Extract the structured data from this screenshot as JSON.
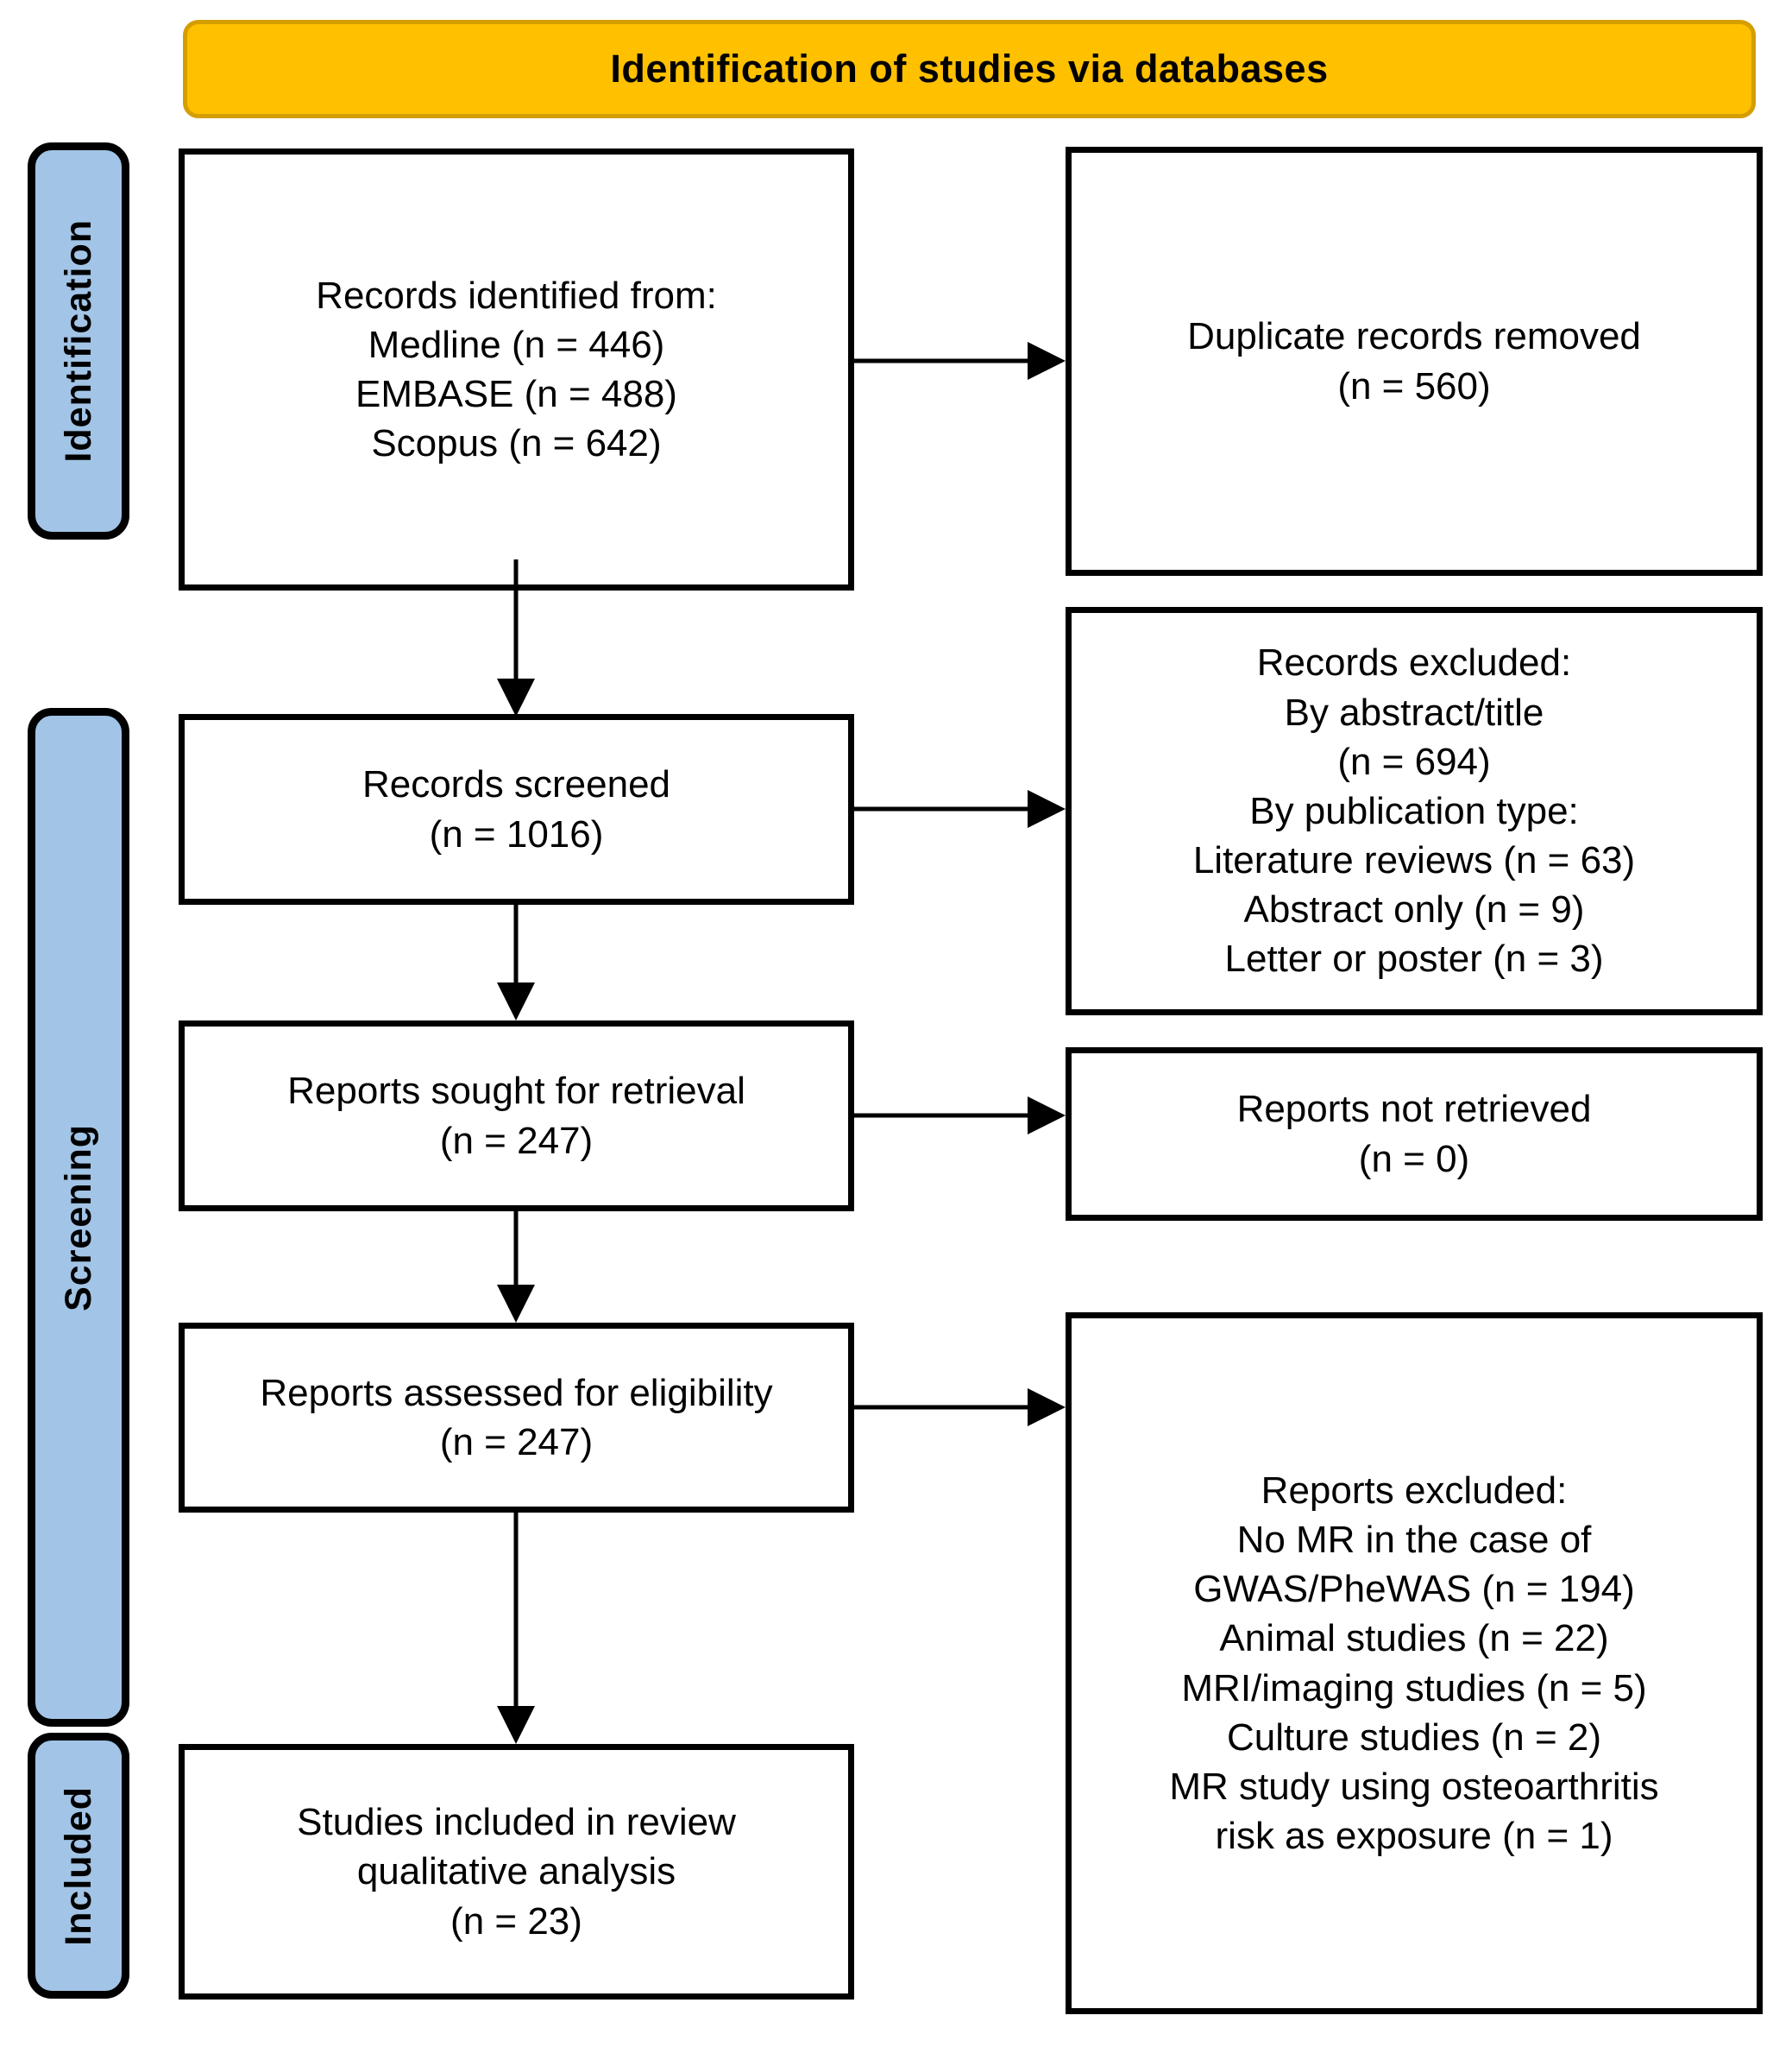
{
  "title": "Identification of studies via databases",
  "colors": {
    "title_bg": "#FFC000",
    "title_border": "#D49E00",
    "stage_bg": "#A2C4E6",
    "outline": "#000000",
    "box_bg": "#FFFFFF"
  },
  "stages": [
    {
      "label": "Identification"
    },
    {
      "label": "Screening"
    },
    {
      "label": "Included"
    }
  ],
  "boxes": {
    "records_identified": "Records identified from:\nMedline (n = 446)\nEMBASE (n = 488)\nScopus (n = 642)",
    "duplicates_removed": "Duplicate records removed\n(n = 560)",
    "records_screened": "Records screened\n(n = 1016)",
    "records_excluded": "Records excluded:\nBy abstract/title\n(n = 694)\nBy publication type:\nLiterature reviews (n = 63)\nAbstract only (n = 9)\nLetter or poster (n = 3)",
    "reports_sought": "Reports sought for retrieval\n(n = 247)",
    "reports_not_retrieved": "Reports not retrieved\n(n = 0)",
    "reports_assessed": "Reports assessed for eligibility\n(n = 247)",
    "reports_excluded": "Reports excluded:\nNo MR in the case of\nGWAS/PheWAS (n = 194)\nAnimal studies (n = 22)\nMRI/imaging studies (n = 5)\nCulture studies (n = 2)\nMR study using osteoarthritis\nrisk as exposure (n = 1)",
    "studies_included": "Studies included in review\nqualitative analysis\n(n = 23)"
  }
}
